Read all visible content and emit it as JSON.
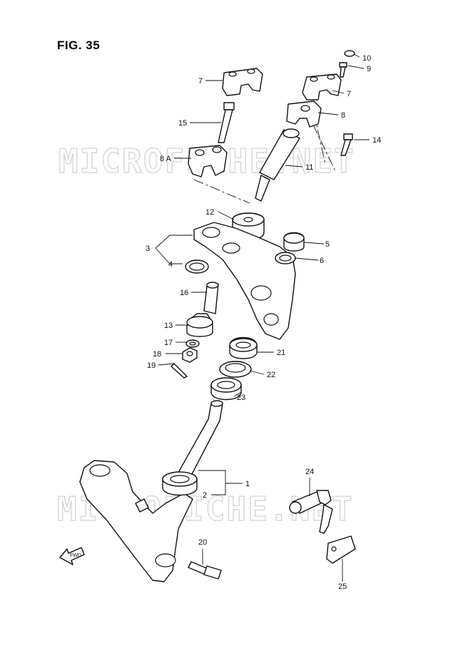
{
  "figure": {
    "title": "FIG. 35",
    "watermark": "MICROFICHE.NET",
    "fwd_label": "FWD"
  },
  "callouts": {
    "c1": "1",
    "c2": "2",
    "c3": "3",
    "c4": "4",
    "c5": "5",
    "c6": "6",
    "c7a": "7",
    "c7b": "7",
    "c8": "8",
    "c8a": "8 A",
    "c9": "9",
    "c10": "10",
    "c11": "11",
    "c12": "12",
    "c13": "13",
    "c14": "14",
    "c15": "15",
    "c16": "16",
    "c17": "17",
    "c18": "18",
    "c19": "19",
    "c20": "20",
    "c21": "21",
    "c22": "22",
    "c23": "23",
    "c24": "24",
    "c25": "25"
  }
}
